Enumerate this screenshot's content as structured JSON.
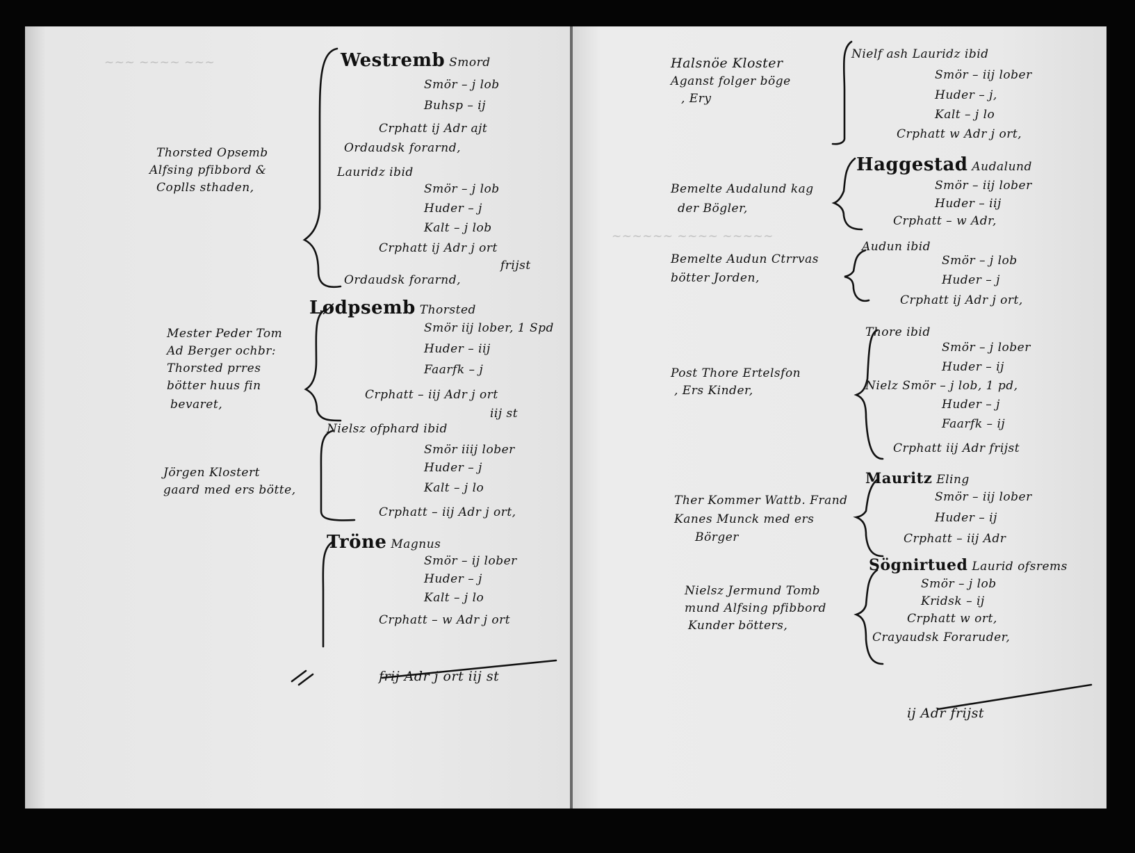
{
  "left_page": {
    "margin": [
      "Thorsted Opsemb",
      "Alfsing pfibbord &",
      "Coplls sthaden,",
      "Mester Peder Tom",
      "Ad Berger ochbr:",
      "Thorsted prres",
      "bötter huus fin",
      "bevaret,",
      "Jörgen Klostert",
      "gaard med ers bötte,"
    ],
    "entries": [
      {
        "head": "Westremb",
        "text": "Smord"
      },
      {
        "text": "Smör – j lob"
      },
      {
        "text": "Buhsp – ij"
      },
      {
        "text": "Crphatt ij Adr ajt"
      },
      {
        "text": "Ordaudsk forarnd,"
      },
      {
        "text": "Lauridz ibid"
      },
      {
        "text": "Smör – j lob"
      },
      {
        "text": "Huder – j"
      },
      {
        "text": "Kalt – j lob"
      },
      {
        "text": "Crphatt ij Adr j ort"
      },
      {
        "text": "frijst"
      },
      {
        "text": "Ordaudsk forarnd,"
      },
      {
        "head": "Lødpsemb",
        "text": "Thorsted"
      },
      {
        "text": "Smör iij lober, 1 Spd"
      },
      {
        "text": "Huder – iij"
      },
      {
        "text": "Faarfk – j"
      },
      {
        "text": "Crphatt – iij Adr j ort"
      },
      {
        "text": "iij st"
      },
      {
        "text": "Nielsz ofphard ibid"
      },
      {
        "text": "Smör iiij lober"
      },
      {
        "text": "Huder – j"
      },
      {
        "text": "Kalt – j lo"
      },
      {
        "text": "Crphatt – iij Adr j ort,"
      },
      {
        "head": "Tröne",
        "text": "Magnus"
      },
      {
        "text": "Smör – ij lober"
      },
      {
        "text": "Huder – j"
      },
      {
        "text": "Kalt – j lo"
      },
      {
        "text": "Crphatt – w Adr j ort"
      }
    ],
    "total": "frij Adr j ort iij st"
  },
  "right_page": {
    "margin": [
      "Halsnöe Kloster",
      "Aganst folger böge",
      ", Ery",
      "Bemelte Audalund kag",
      "der Bögler,",
      "Bemelte Audun Ctrrvas",
      "bötter Jorden,",
      "Post Thore Ertelsfon",
      ", Ers Kinder,",
      "Ther Kommer Wattb. Frand",
      "Kanes Munck med ers",
      "Börger",
      "Nielsz Jermund Tomb",
      "mund Alfsing pfibbord",
      "Kunder bötters,"
    ],
    "entries": [
      {
        "text": "Nielf ash Lauridz ibid"
      },
      {
        "text": "Smör – iij lober"
      },
      {
        "text": "Huder – j,"
      },
      {
        "text": "Kalt – j lo"
      },
      {
        "text": "Crphatt w Adr j ort,"
      },
      {
        "head": "Haggestad",
        "text": "Audalund"
      },
      {
        "text": "Smör – iij lober"
      },
      {
        "text": "Huder – iij"
      },
      {
        "text": "Crphatt – w Adr,"
      },
      {
        "text": "Audun ibid"
      },
      {
        "text": "Smör – j lob"
      },
      {
        "text": "Huder – j"
      },
      {
        "text": "Crphatt ij Adr j ort,"
      },
      {
        "text": "Thore ibid"
      },
      {
        "text": "Smör – j lober"
      },
      {
        "text": "Huder – ij"
      },
      {
        "text": "Nielz Smör – j lob, 1 pd,"
      },
      {
        "text": "Huder – j"
      },
      {
        "text": "Faarfk – ij"
      },
      {
        "text": "Crphatt iij Adr frijst"
      },
      {
        "head": "Mauritz",
        "text": "Eling"
      },
      {
        "text": "Smör – iij lober"
      },
      {
        "text": "Huder – ij"
      },
      {
        "text": "Crphatt – iij Adr"
      },
      {
        "head": "Sögnirtued",
        "text": "Laurid ofsrems"
      },
      {
        "text": "Smör – j lob"
      },
      {
        "text": "Kridsk – ij"
      },
      {
        "text": "Crphatt w ort,"
      },
      {
        "text": "Crayaudsk Foraruder,"
      }
    ],
    "total": "ij Adr frijst"
  }
}
